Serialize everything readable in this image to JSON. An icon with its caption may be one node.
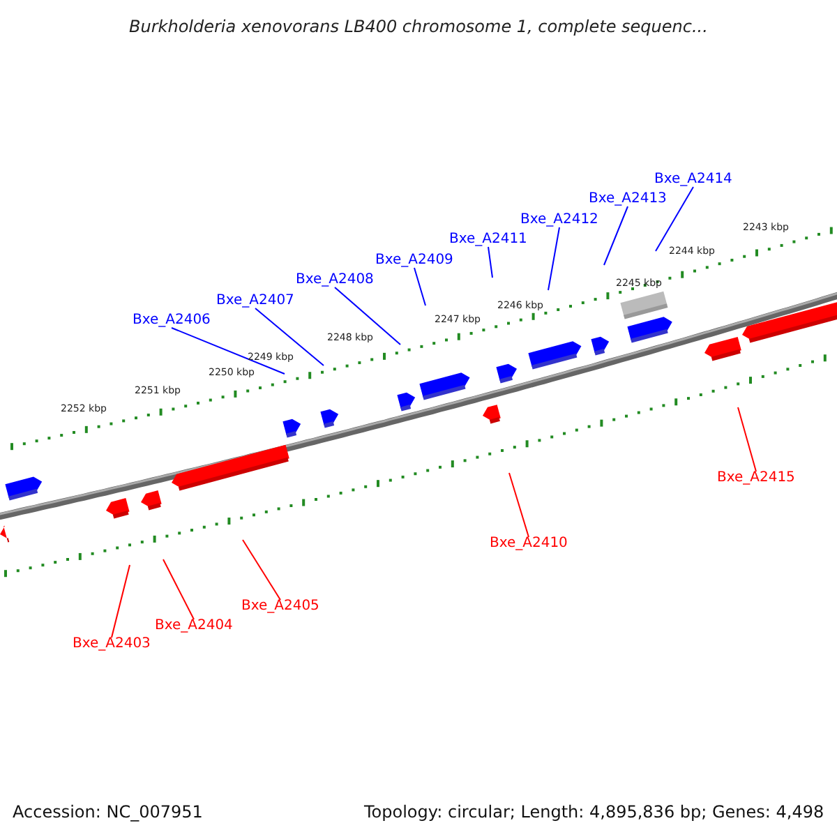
{
  "diagram": {
    "title": "Burkholderia xenovorans LB400 chromosome 1, complete sequenc...",
    "nodes": [
      {
        "text": [
          "Bxe_A2406"
        ]
      },
      {
        "text": [
          "Bxe_A2407"
        ]
      },
      {
        "text": [
          "Bxe_A2408"
        ]
      },
      {
        "text": [
          "Bxe_A2409"
        ]
      },
      {
        "text": [
          "Bxe_A2411"
        ]
      },
      {
        "text": [
          "Bxe_A2412"
        ]
      },
      {
        "text": [
          "Bxe_A2413"
        ]
      },
      {
        "text": [
          "Bxe_A2414"
        ]
      },
      {
        "text": [
          "Bxe_A2415"
        ]
      },
      {
        "text": [
          "Bxe_A2410"
        ]
      },
      {
        "text": [
          "Bxe_A2405"
        ]
      },
      {
        "text": [
          "Bxe_A2404"
        ]
      },
      {
        "text": [
          "Bxe_A2403"
        ]
      }
    ],
    "edges": [
      {
        "from": 0,
        "to": null,
        "arrow": "none"
      },
      {
        "from": 1,
        "to": null,
        "arrow": "none"
      },
      {
        "from": 2,
        "to": null,
        "arrow": "none"
      },
      {
        "from": 3,
        "to": null,
        "arrow": "none"
      },
      {
        "from": 4,
        "to": null,
        "arrow": "none"
      },
      {
        "from": 5,
        "to": null,
        "arrow": "none"
      },
      {
        "from": 6,
        "to": null,
        "arrow": "none"
      },
      {
        "from": 7,
        "to": null,
        "arrow": "none"
      },
      {
        "from": 8,
        "to": null,
        "arrow": "none",
        "color": "#ff0000"
      },
      {
        "from": 9,
        "to": null,
        "arrow": "none",
        "color": "#ff0000"
      },
      {
        "from": 10,
        "to": null,
        "arrow": "none",
        "color": "#ff0000"
      },
      {
        "from": 11,
        "to": null,
        "arrow": "none",
        "color": "#ff0000"
      },
      {
        "from": 12,
        "to": null,
        "arrow": "none",
        "color": "#ff0000"
      }
    ],
    "labels": [
      "2243 kbp",
      "2244 kbp",
      "2245 kbp",
      "2246 kbp",
      "2247 kbp",
      "2248 kbp",
      "2249 kbp",
      "2250 kbp",
      "2251 kbp",
      "2252 kbp",
      "Accession: NC_007951",
      "Topology: circular; Length: 4,895,836 bp; Genes: 4,498"
    ]
  }
}
